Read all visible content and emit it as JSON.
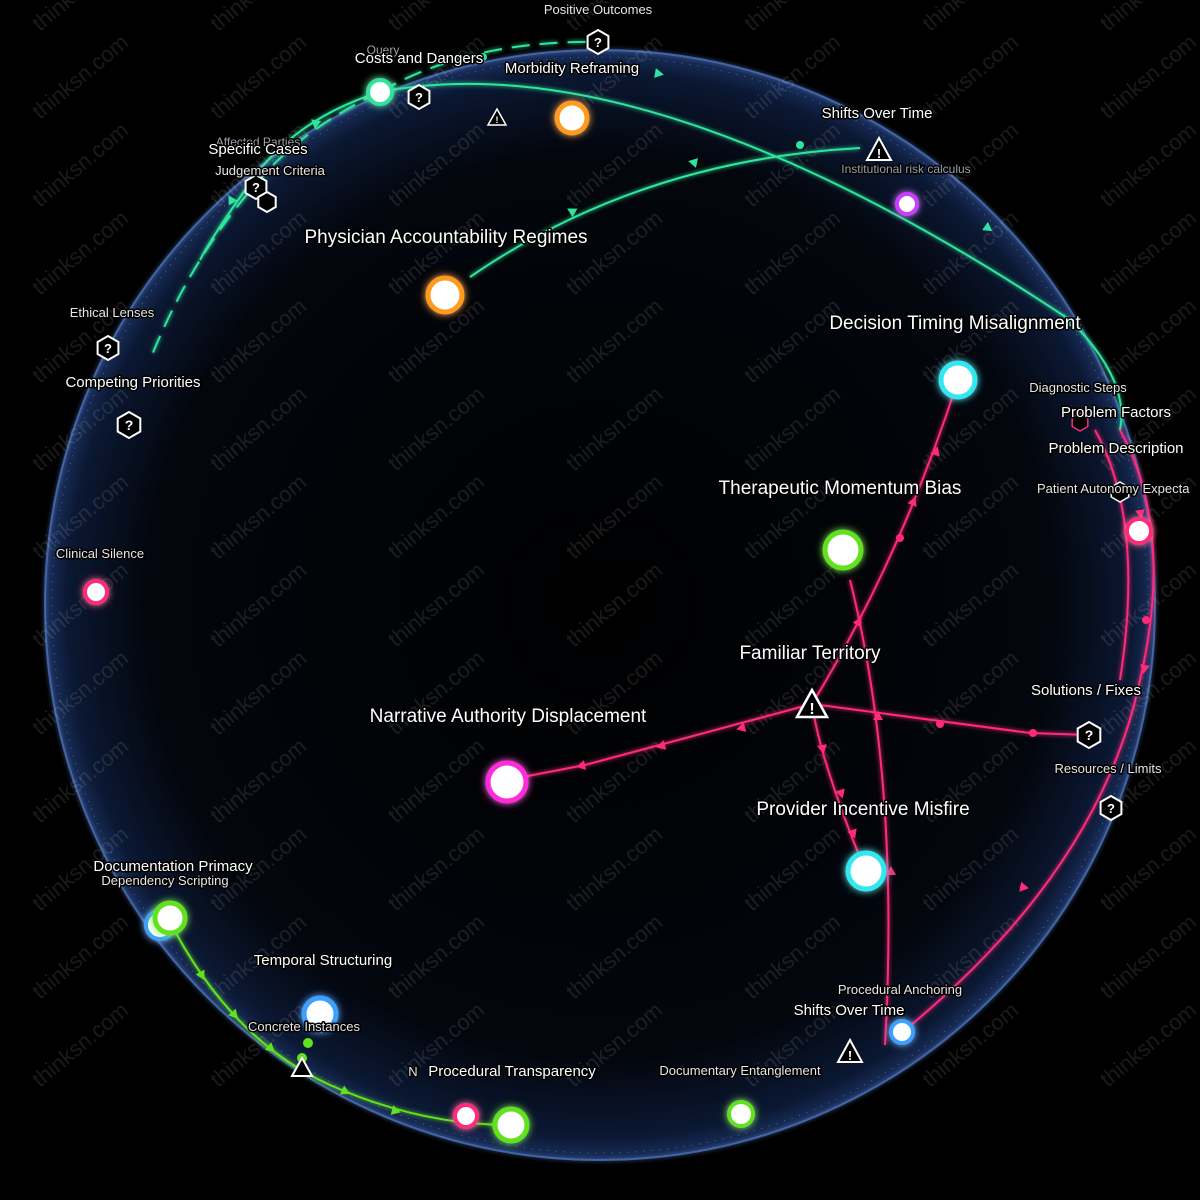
{
  "watermark": "thinksn.com",
  "colors": {
    "green_mint": "#2ee59d",
    "green_lime": "#62e21f",
    "pink": "#ff2a7a",
    "orange": "#ff9a1f",
    "cyan": "#33e8f0",
    "blue": "#3aa0ff",
    "violet": "#c83cff",
    "sphere_edge": "#5f86c9"
  },
  "labels": {
    "positive_outcomes": "Positive Outcomes",
    "query": "Query",
    "costs_and_dangers": "Costs and Dangers",
    "morbidity_reframing": "Morbidity Reframing",
    "shifts_over_time_top": "Shifts Over Time",
    "institutional_risk": "Institutional risk calculus",
    "affected_parties": "Affected Parties",
    "specific_cases": "Specific Cases",
    "judgement_criteria": "Judgement Criteria",
    "physician_accountability": "Physician Accountability Regimes",
    "ethical_lenses": "Ethical Lenses",
    "competing_priorities": "Competing Priorities",
    "decision_timing": "Decision Timing Misalignment",
    "diagnostic_steps": "Diagnostic Steps",
    "problem_factors": "Problem Factors",
    "problem_description": "Problem Description",
    "patient_autonomy": "Patient Autonomy Expecta",
    "therapeutic_momentum": "Therapeutic Momentum Bias",
    "clinical_silence": "Clinical Silence",
    "familiar_territory": "Familiar Territory",
    "solutions_fixes": "Solutions / Fixes",
    "resources_limits": "Resources / Limits",
    "narrative_authority": "Narrative Authority Displacement",
    "provider_incentive": "Provider Incentive Misfire",
    "documentation_primacy": "Documentation Primacy",
    "dependency_scripting": "Dependency Scripting",
    "temporal_structuring": "Temporal Structuring",
    "concrete_instances": "Concrete Instances",
    "procedural_anchoring": "Procedural Anchoring",
    "shifts_over_time_bottom": "Shifts Over Time",
    "n_prefix": "N",
    "procedural_transparency": "Procedural Transparency",
    "documentary_entanglement": "Documentary Entanglement"
  },
  "icons": {
    "question": "?",
    "warning": "!"
  }
}
